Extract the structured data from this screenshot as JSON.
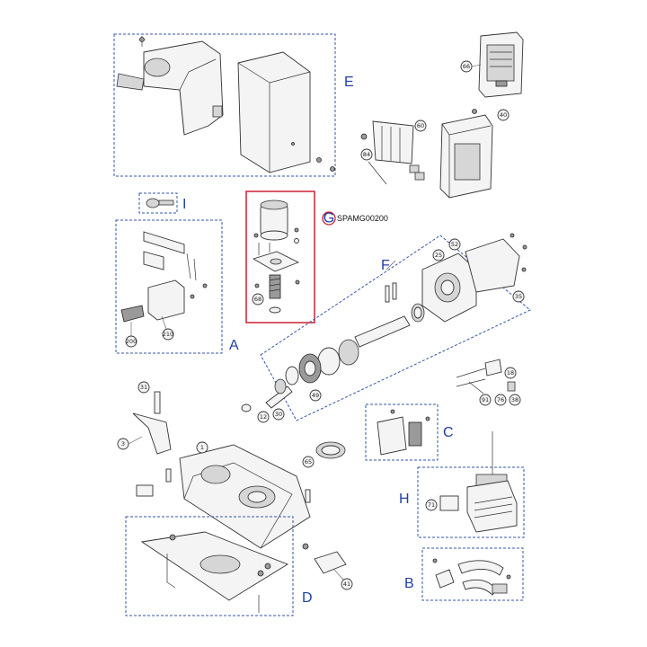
{
  "diagram": {
    "colors": {
      "group_border": "#3355aa",
      "group_letter": "#2040a8",
      "highlight_box": "#cc2233",
      "highlight_circle": "#cc2233"
    },
    "groups": {
      "A": "A",
      "B": "B",
      "C": "C",
      "D": "D",
      "E": "E",
      "F": "F",
      "G": "G",
      "H": "H",
      "I": "I"
    },
    "highlight_code": "SPAMG00200",
    "part_numbers": {
      "p1": "1",
      "p3": "3",
      "p12": "12",
      "p18": "18",
      "p25": "25",
      "p30": "30",
      "p31": "31",
      "p35": "35",
      "p38": "38",
      "p40": "40",
      "p41": "41",
      "p49": "49",
      "p52": "52",
      "p60": "60",
      "p65": "65",
      "p66": "66",
      "p68": "68",
      "p71": "71",
      "p76": "76",
      "p84": "84",
      "p91": "91",
      "p200": "200",
      "p210": "210"
    }
  }
}
